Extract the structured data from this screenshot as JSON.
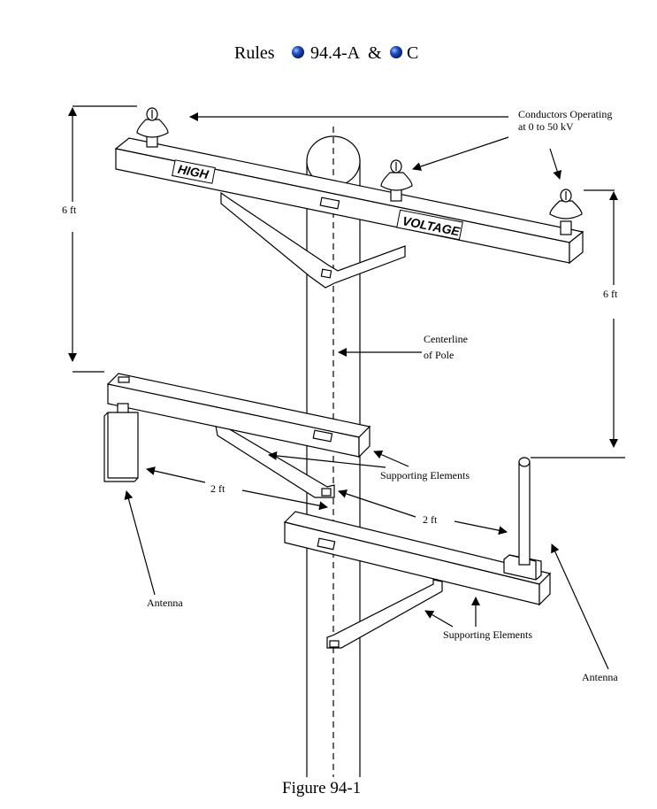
{
  "title": {
    "prefix": "Rules",
    "rule_1": "94.4-A",
    "connector": "&",
    "rule_2": "C",
    "bullet_color": "#1f4fc4"
  },
  "labels": {
    "conductors_line1": "Conductors Operating",
    "conductors_line2": "at 0 to 50  kV",
    "dimension_left": "6 ft",
    "dimension_right": "6 ft",
    "centerline_line1": "Centerline",
    "centerline_line2": "of Pole",
    "supporting_upper": "Supporting Elements",
    "supporting_lower": "Supporting Elements",
    "spacing_left": "2 ft",
    "spacing_right": "2 ft",
    "antenna_left": "Antenna",
    "antenna_right": "Antenna"
  },
  "signs": {
    "high": "HIGH",
    "voltage": "VOLTAGE"
  },
  "caption": "Figure 94-1"
}
